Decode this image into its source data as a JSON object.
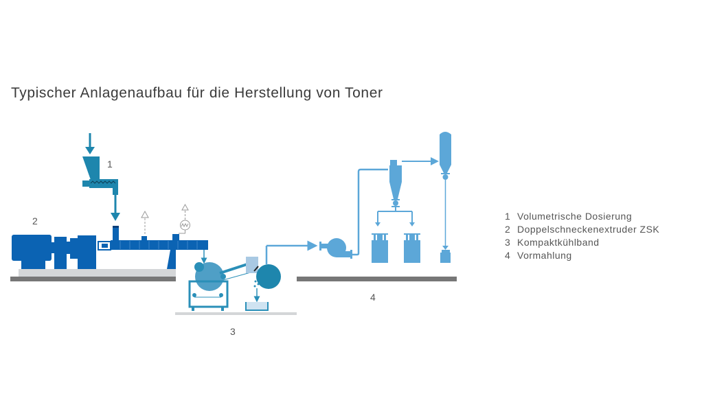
{
  "title": "Typischer Anlagenaufbau für die Herstellung von Toner",
  "labels": {
    "one": "1",
    "two": "2",
    "three": "3",
    "four": "4"
  },
  "legend": [
    {
      "num": "1",
      "text": "Volumetrische Dosierung"
    },
    {
      "num": "2",
      "text": "Doppelschneckenextruder ZSK"
    },
    {
      "num": "3",
      "text": "Kompaktkühlband"
    },
    {
      "num": "4",
      "text": "Vormahlung"
    }
  ],
  "colors": {
    "extruder": "#0b63b3",
    "feeder": "#1e86ad",
    "cooling": "#2a8fb8",
    "grinding": "#5ca7d8",
    "floor": "#777777",
    "base": "#d4d6d8"
  }
}
